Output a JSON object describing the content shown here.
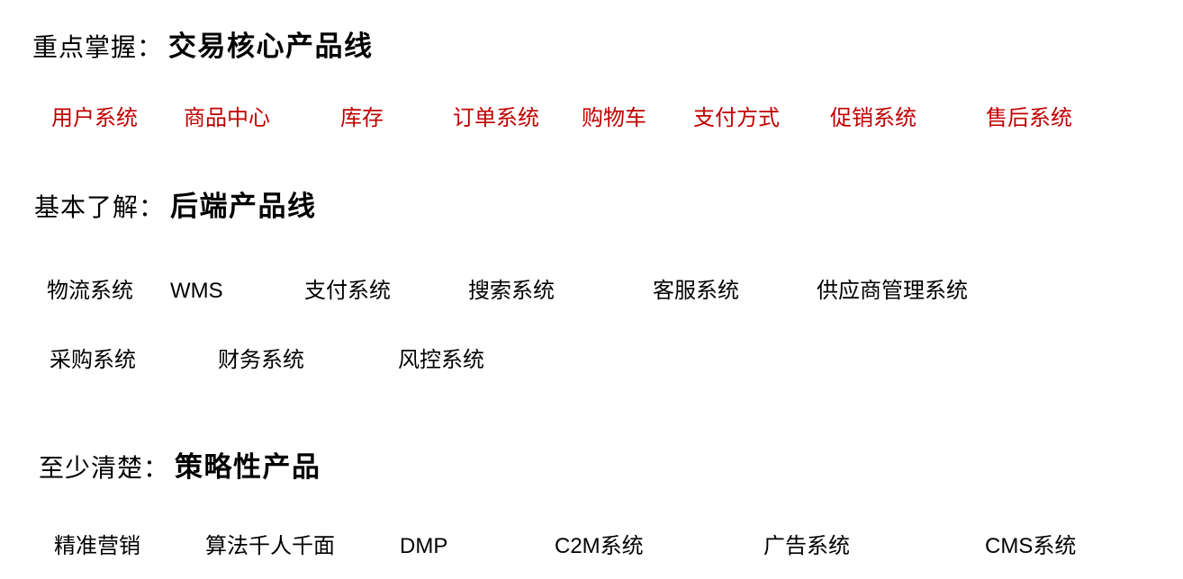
{
  "page": {
    "background": "#ffffff",
    "text_color": "#000000",
    "accent_red": "#c00000"
  },
  "sections": [
    {
      "id": "core-products",
      "prefix": "重点掌握：",
      "title": "交易核心产品线",
      "items": [
        "用户系统",
        "商品中心",
        "库存",
        "订单系统",
        "购物车",
        "支付方式",
        "促销系统",
        "售后系统"
      ]
    },
    {
      "id": "backend-products",
      "prefix": "基本了解：",
      "title": "后端产品线",
      "row1": [
        "物流系统",
        "WMS",
        "支付系统",
        "搜索系统",
        "客服系统",
        "供应商管理系统"
      ],
      "row2": [
        "采购系统",
        "财务系统",
        "风控系统"
      ]
    },
    {
      "id": "strategic-products",
      "prefix": "至少清楚：",
      "title": "策略性产品",
      "items": [
        "精准营销",
        "算法千人千面",
        "DMP",
        "C2M系统",
        "广告系统",
        "CMS系统"
      ]
    }
  ]
}
